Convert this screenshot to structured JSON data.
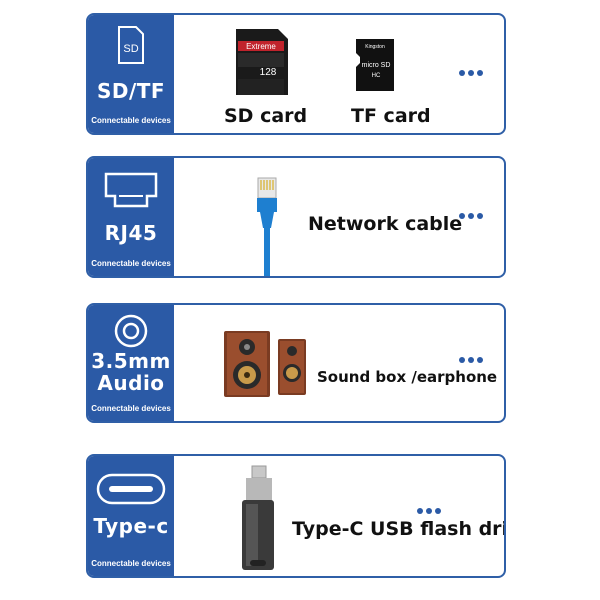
{
  "cards": [
    {
      "title": "SD/TF",
      "subtitle": "Connectable devices",
      "icon": "sd-card-icon",
      "devices": [
        {
          "label": "SD card",
          "icon": "sd-card-image",
          "image_text": {
            "brand": "Extreme",
            "capacity": "128"
          }
        },
        {
          "label": "TF card",
          "icon": "microsd-card-image",
          "image_text": {
            "brand": "Kingston",
            "name": "micro SD",
            "class": "HC"
          }
        }
      ]
    },
    {
      "title": "RJ45",
      "subtitle": "Connectable devices",
      "icon": "ethernet-port-icon",
      "devices": [
        {
          "label": "Network cable",
          "icon": "ethernet-cable-image"
        }
      ]
    },
    {
      "title_line1": "3.5mm",
      "title_line2": "Audio",
      "subtitle": "Connectable devices",
      "icon": "audio-jack-icon",
      "devices": [
        {
          "label": "Sound box /earphone",
          "icon": "speakers-image"
        }
      ]
    },
    {
      "title": "Type-c",
      "subtitle": "Connectable devices",
      "icon": "type-c-port-icon",
      "devices": [
        {
          "label": "Type-C USB flash drive",
          "icon": "usb-flash-drive-image"
        }
      ]
    }
  ],
  "colors": {
    "accent": "#2b5aa6",
    "border": "#2f5fa7"
  }
}
